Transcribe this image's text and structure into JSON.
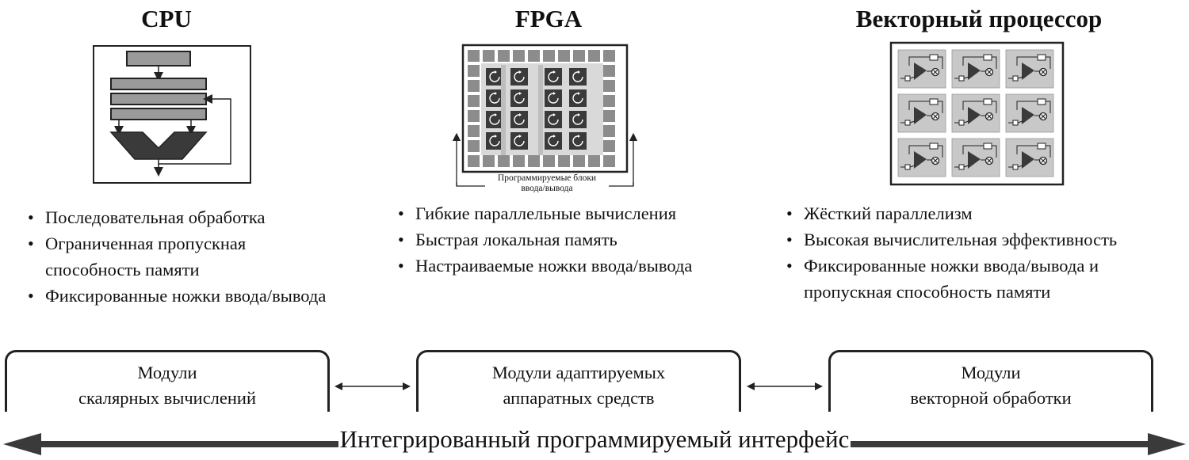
{
  "columns": {
    "cpu": {
      "title": "CPU",
      "bullets": [
        "Последовательная обработка",
        "Ограниченная пропускная",
        "способность памяти",
        "Фиксированные ножки ввода/вывода"
      ]
    },
    "fpga": {
      "title": "FPGA",
      "io_label_line1": "Программируемые блоки",
      "io_label_line2": "ввода/вывода",
      "bullets": [
        "Гибкие параллельные вычисления",
        "Быстрая локальная память",
        "Настраиваемые ножки ввода/вывода"
      ]
    },
    "vector": {
      "title": "Векторный процессор",
      "bullets": [
        "Жёсткий параллелизм",
        "Высокая вычислительная эффективность",
        "Фиксированные ножки ввода/вывода и",
        "пропускная способность памяти"
      ]
    }
  },
  "modules": {
    "scalar": {
      "line1": "Модули",
      "line2": "скалярных вычислений"
    },
    "adaptive": {
      "line1": "Модули адаптируемых",
      "line2": "аппаратных средств"
    },
    "vector": {
      "line1": "Модули",
      "line2": "векторной обработки"
    }
  },
  "bottom": {
    "label": "Интегрированный программируемый интерфейс"
  },
  "colors": {
    "dark_gray": "#3a3a3a",
    "mid_gray": "#8c8c8c",
    "light_gray": "#bdbdbd",
    "outline": "#222222"
  }
}
